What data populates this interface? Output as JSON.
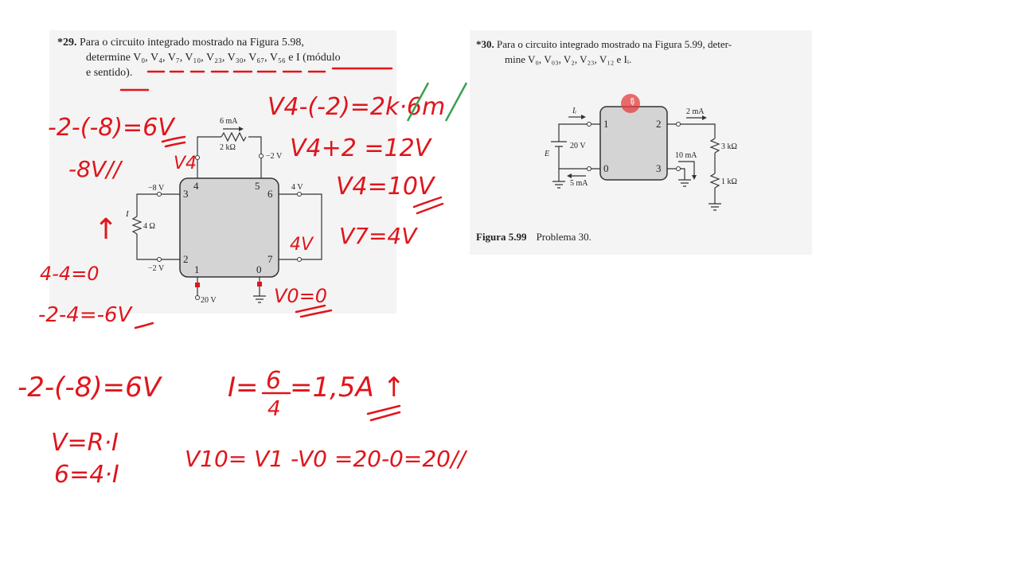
{
  "problem29": {
    "number": "*29.",
    "line1": "Para o circuito integrado mostrado na Figura 5.98,",
    "line2": "determine V₀, V₄, V₇, V₁₀, V₂₃, V₃₀, V₆₇, V₅₆ e I (módulo",
    "line3": "e sentido).",
    "figure": {
      "current_top": "6 mA",
      "res_top": "2 kΩ",
      "volt_minus2_top": "−2 V",
      "volt_minus8": "−8 V",
      "volt_4": "4 V",
      "volt_minus2_left": "−2 V",
      "volt_20": "20 V",
      "res_left": "4 Ω",
      "current_label": "I",
      "pins": [
        "3",
        "4",
        "5",
        "6",
        "2",
        "1",
        "0",
        "7"
      ]
    }
  },
  "problem30": {
    "number": "*30.",
    "line1": "Para o circuito integrado mostrado na Figura 5.99, deter-",
    "line2": "mine V₀, V₀₃, V₂, V₂₃, V₁₂ e Iᵢ.",
    "figure": {
      "ii": "Iᵢ",
      "e": "E",
      "v20": "20 V",
      "i5": "5 mA",
      "i2": "2 mA",
      "i10": "10 mA",
      "r3k": "3 kΩ",
      "r1k": "1 kΩ",
      "pins": [
        "1",
        "2",
        "0",
        "3"
      ]
    },
    "caption_label": "Figura 5.99",
    "caption_text": "Problema 30."
  },
  "handwriting": {
    "h1": "-2-(-8)=6V",
    "h2": "-8V//",
    "h3": "V4",
    "h4": "V4-(-2)=2k·6m",
    "h5": "V4+2 =12V",
    "h6": "V4=10V",
    "h7": "V7=4V",
    "h8": "4V",
    "h9": "V0=0",
    "h10": "4-4=0",
    "h11": "-2-4=-6V",
    "h12": "-2-(-8)=6V",
    "h13": "I=",
    "h13n": "6",
    "h13d": "4",
    "h13r": "=1,5A ↑",
    "h14": "V=R·I",
    "h15": "6=4·I",
    "h16": "V10= V1 -V0 =20-0=20//",
    "h17": "↑"
  },
  "colors": {
    "ink": "#e0151b",
    "correction": "#3aa050",
    "panel": "#f4f4f4",
    "ic_fill": "#d4d4d4"
  }
}
